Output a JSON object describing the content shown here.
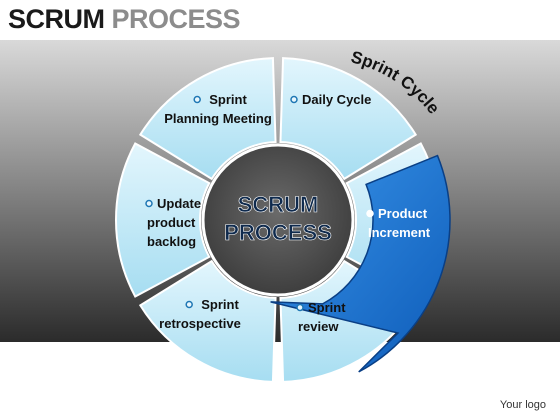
{
  "header": {
    "title_primary": "SCRUM",
    "title_secondary": "PROCESS"
  },
  "center": {
    "line1": "SCRUM",
    "line2": "PROCESS"
  },
  "cycle_label": "Sprint Cycle",
  "segments": [
    {
      "id": "sprint-planning",
      "lines": [
        "Sprint",
        "Planning Meeting"
      ]
    },
    {
      "id": "daily-cycle",
      "lines": [
        "Daily Cycle"
      ]
    },
    {
      "id": "product-increment",
      "lines": [
        "Product",
        "Increment"
      ]
    },
    {
      "id": "sprint-review",
      "lines": [
        "Sprint",
        "review"
      ]
    },
    {
      "id": "sprint-retrospective",
      "lines": [
        "Sprint",
        "retrospective"
      ]
    },
    {
      "id": "update-backlog",
      "lines": [
        "Update",
        "product",
        "backlog"
      ]
    }
  ],
  "footer": {
    "logo_text": "Your logo"
  },
  "colors": {
    "segment_light": "#d6f1fb",
    "segment_mid": "#a8dff2",
    "highlight_dark": "#1565c0",
    "highlight_light": "#3a95ea",
    "center_fill": "#505050",
    "center_text": "#0f2a4d",
    "band_top": "#d9d9d9",
    "band_bottom": "#2b2b2b"
  }
}
